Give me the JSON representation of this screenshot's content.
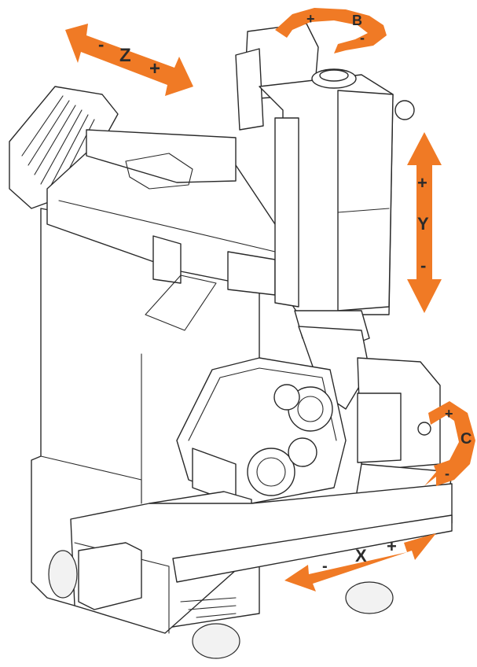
{
  "colors": {
    "arrow": "#f07a25",
    "line": "#2a2a2a",
    "body": "#ffffff"
  },
  "axes": {
    "z": {
      "minus": "-",
      "letter": "Z",
      "plus": "+"
    },
    "b": {
      "plus": "+",
      "letter": "B",
      "minus": "-"
    },
    "y": {
      "plus": "+",
      "letter": "Y",
      "minus": "-"
    },
    "c": {
      "plus": "+",
      "letter": "C",
      "minus": "-"
    },
    "x": {
      "minus": "-",
      "letter": "X",
      "plus": "+"
    }
  }
}
